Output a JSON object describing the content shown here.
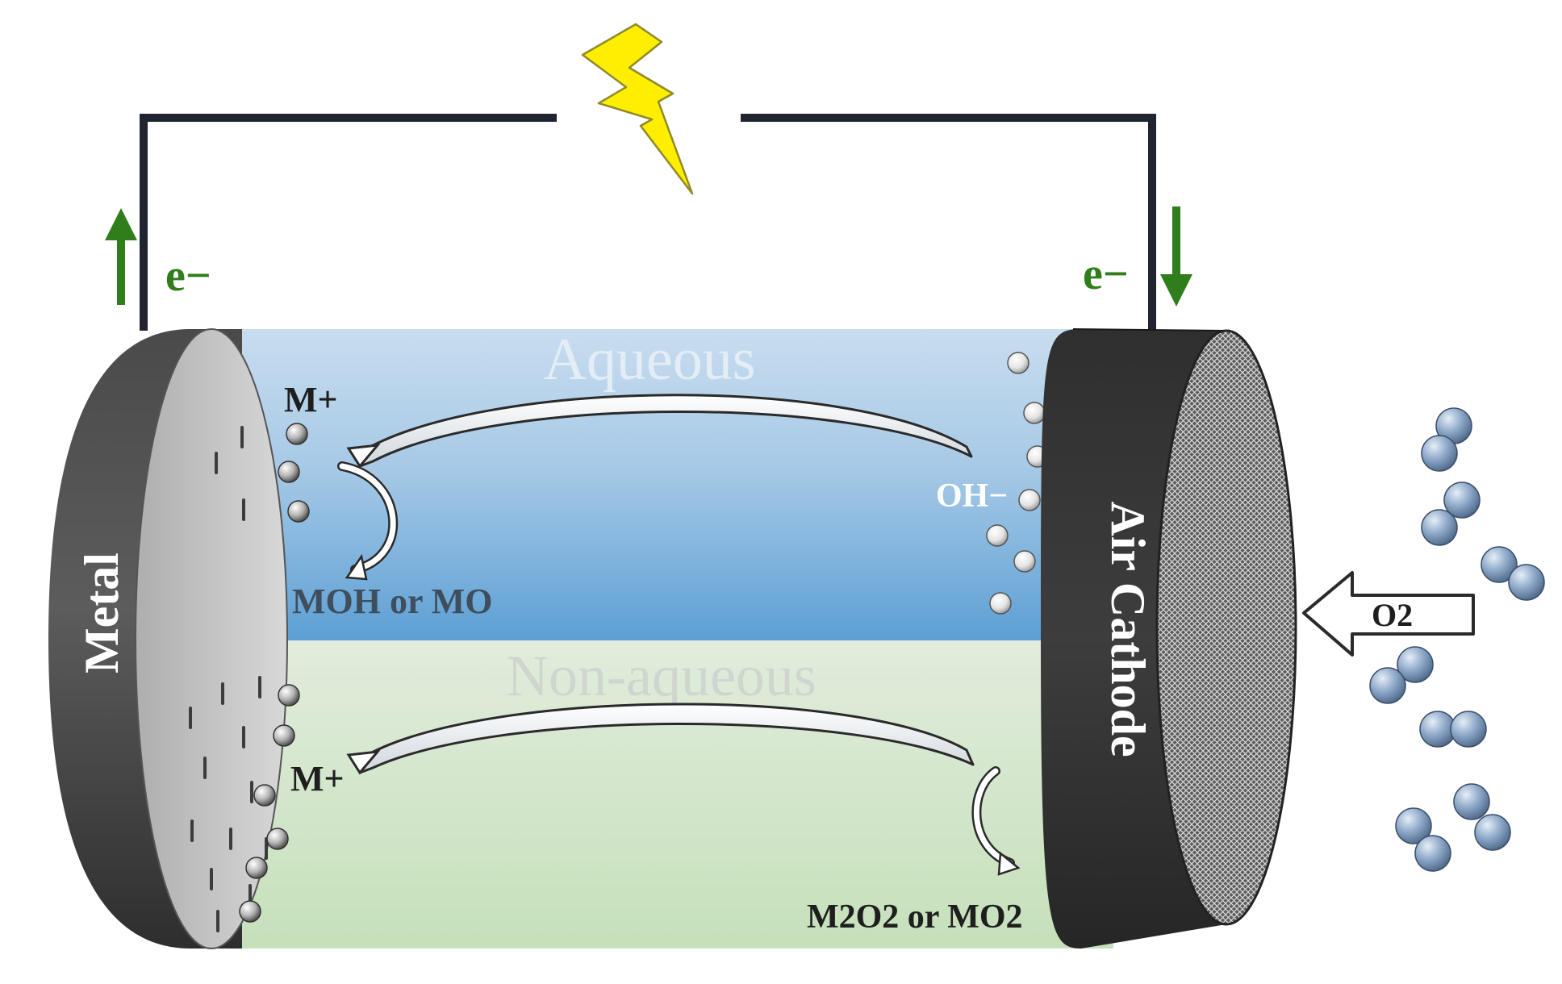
{
  "labels": {
    "electron_left": "e−",
    "electron_right": "e−",
    "aqueous": "Aqueous",
    "non_aqueous": "Non-aqueous",
    "metal_ion_top": "M+",
    "metal_ion_bottom": "M+",
    "hydroxide": "OH−",
    "product_aqueous": "MOH or MO",
    "product_nonaqueous": "M2O2 or MO2",
    "oxygen": "O2",
    "anode": "Metal",
    "cathode": "Air Cathode"
  },
  "colors": {
    "wire": "#1f2430",
    "electron_arrow": "#2f7d1b",
    "lightning": "#ffee00",
    "aqueous_top": "#c3d9ec",
    "aqueous_bottom": "#63a4d6",
    "nonaqueous_top": "#dfeadb",
    "nonaqueous_bottom": "#c7e1bd",
    "electrode_dark": "#3a3a3a",
    "oxygen_molecule": "#8ba7c8"
  },
  "icons": {
    "power": "lightning-bolt-icon",
    "flow_up": "arrow-up-icon",
    "flow_down": "arrow-down-icon",
    "oxygen_inflow": "hollow-arrow-left-icon"
  }
}
